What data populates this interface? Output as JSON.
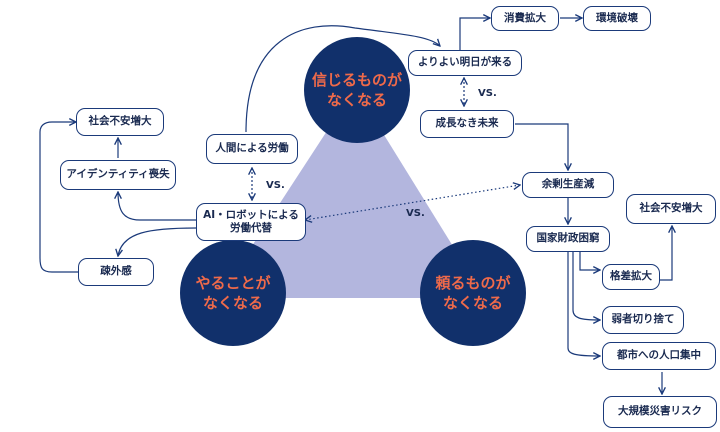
{
  "colors": {
    "circle": "#11306b",
    "circle_text": "#ef6a4a",
    "triangle": "#b3b6de",
    "line": "#1b3a7a"
  },
  "circles": {
    "believe": "信じるものが\nなくなる",
    "do": "やることが\nなくなる",
    "rely": "頼るものが\nなくなる"
  },
  "nodes": {
    "consumption": "消費拡大",
    "environment": "環境破壊",
    "tomorrow": "よりよい明日が来る",
    "no_growth": "成長なき未来",
    "human_labor": "人間による労働",
    "ai_labor": "AI・ロボットによる\n労働代替",
    "social_anxiety_left": "社会不安増大",
    "identity_loss": "アイデンティティ喪失",
    "alienation": "疎外感",
    "surplus_decline": "余剰生産減",
    "fiscal": "国家財政困窮",
    "social_anxiety_right": "社会不安増大",
    "inequality": "格差拡大",
    "abandon_weak": "弱者切り捨て",
    "urban": "都市への人口集中",
    "disaster": "大規模災害リスク"
  },
  "vs_labels": {
    "top": "VS.",
    "left": "VS.",
    "center": "VS."
  }
}
